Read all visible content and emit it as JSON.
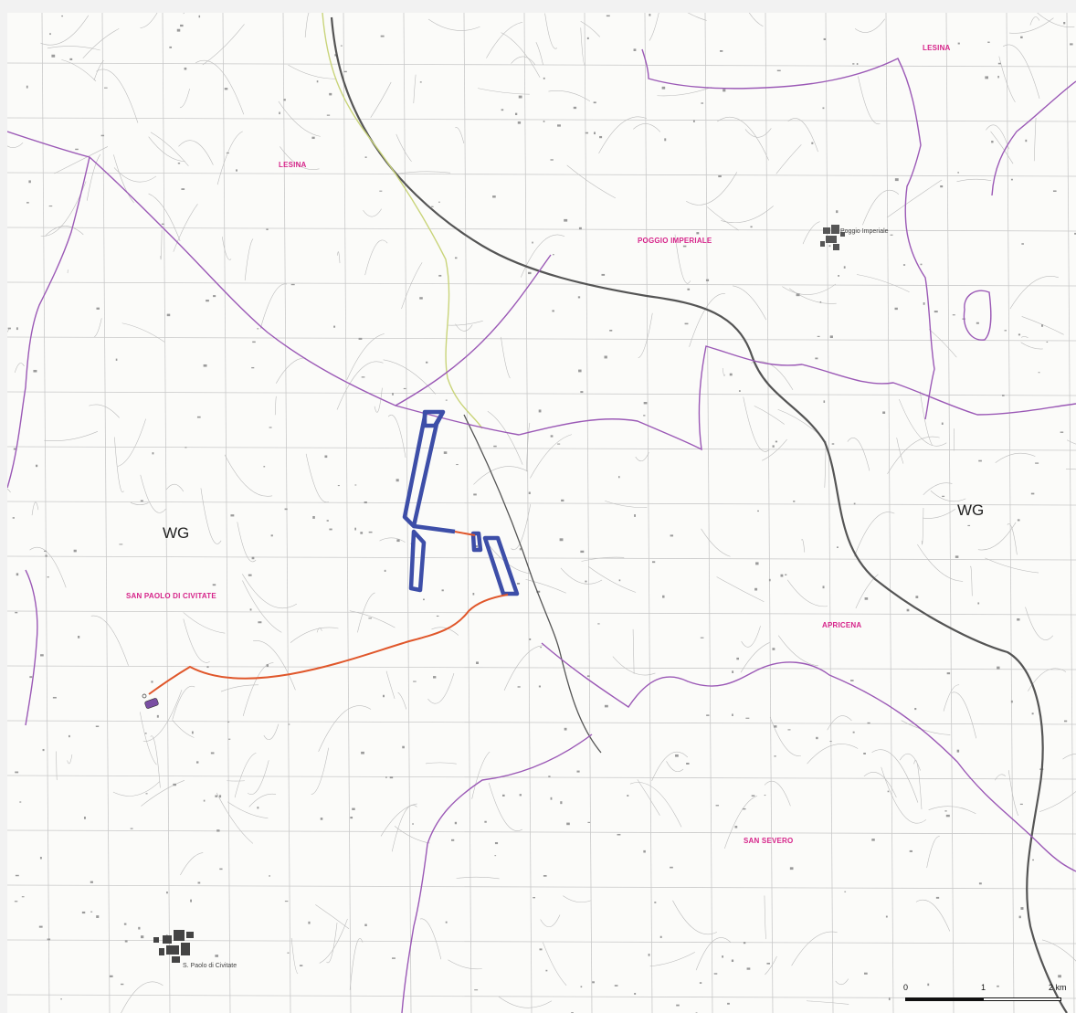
{
  "colors": {
    "boundary": "#9b59b6",
    "project_area": "#3d4ea8",
    "cable_route": "#e0572b",
    "municipality_label": "#d6248a",
    "railway": "#555555",
    "grid": "#c9c9c9",
    "terrain": "#bcbcbc",
    "substation": "#7a4fa3"
  },
  "municipalities": [
    {
      "name": "LESINA"
    },
    {
      "name": "LESINA"
    },
    {
      "name": "POGGIO IMPERIALE"
    },
    {
      "name": "SAN PAOLO DI CIVITATE"
    },
    {
      "name": "APRICENA"
    },
    {
      "name": "SAN SEVERO"
    }
  ],
  "zones": [
    {
      "code": "WG"
    },
    {
      "code": "WG"
    }
  ],
  "towns": [
    {
      "name": "Poggio Imperiale"
    },
    {
      "name": "S. Paolo di Civitate"
    }
  ],
  "scale": {
    "labels": [
      "0",
      "1",
      "2 km"
    ]
  },
  "icons": {
    "substation": "substation-icon",
    "railway": "railway-line-icon"
  }
}
